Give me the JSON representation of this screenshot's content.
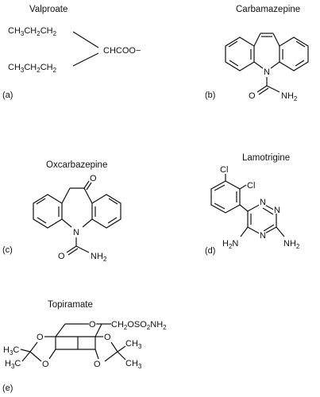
{
  "panels": {
    "a": {
      "label": "(a)",
      "title": "Valproate",
      "chain_top": {
        "p1": "CH",
        "s1": "3",
        "p2": "CH",
        "s2": "2",
        "p3": "CH",
        "s3": "2"
      },
      "chain_bottom": {
        "p1": "CH",
        "s1": "3",
        "p2": "CH",
        "s2": "2",
        "p3": "CH",
        "s3": "2"
      },
      "carboxylate": "CHCOO−"
    },
    "b": {
      "label": "(b)",
      "title": "Carbamazepine",
      "atom_n": "N",
      "atom_o": "O",
      "nh2": {
        "base": "NH",
        "sub": "2"
      }
    },
    "c": {
      "label": "(c)",
      "title": "Oxcarbazepine",
      "atom_n": "N",
      "atom_o_ketone": "O",
      "atom_o": "O",
      "nh2": {
        "base": "NH",
        "sub": "2"
      }
    },
    "d": {
      "label": "(d)",
      "title": "Lamotrigine",
      "cl1": "Cl",
      "cl2": "Cl",
      "n1": "N",
      "n2": "N",
      "n3": "N",
      "nh2_left": {
        "base": "H",
        "sub": "2",
        "tail": "N"
      },
      "nh2_right": {
        "base": "NH",
        "sub": "2"
      }
    },
    "e": {
      "label": "(e)",
      "title": "Topiramate",
      "ring_o": "O",
      "sulfamate": {
        "a": "CH",
        "s1": "2",
        "b": "OSO",
        "s2": "2",
        "c": "NH",
        "s3": "2"
      },
      "o_left_top": "O",
      "o_left_bottom": "O",
      "o_right_top": "O",
      "o_right_bottom": "O",
      "ch3_left_top": {
        "base": "H",
        "sub": "3",
        "tail": "C"
      },
      "ch3_left_bottom": {
        "base": "H",
        "sub": "3",
        "tail": "C"
      },
      "ch3_right_top": {
        "base": "CH",
        "sub": "3"
      },
      "ch3_right_bottom": {
        "base": "CH",
        "sub": "3"
      }
    }
  }
}
